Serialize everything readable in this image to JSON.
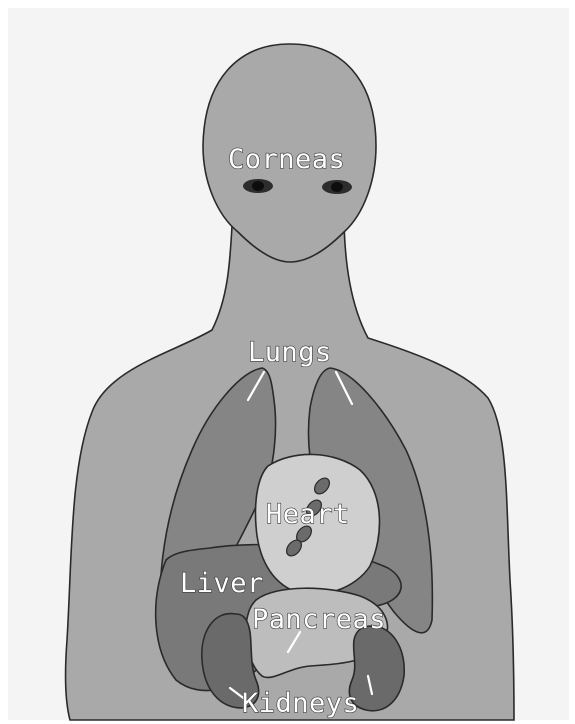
{
  "labels": {
    "corneas": "Corneas",
    "lungs": "Lungs",
    "heart": "Heart",
    "liver": "Liver",
    "pancreas": "Pancreas",
    "kidneys": "Kidneys"
  },
  "colors": {
    "background": "#f4f4f4",
    "body": "#a9a9a9",
    "lungs": "#858585",
    "heart": "#cfcfcf",
    "liver": "#797979",
    "pancreas": "#bdbdbd",
    "kidneys": "#6a6a6a",
    "label_text": "#ffffff"
  }
}
